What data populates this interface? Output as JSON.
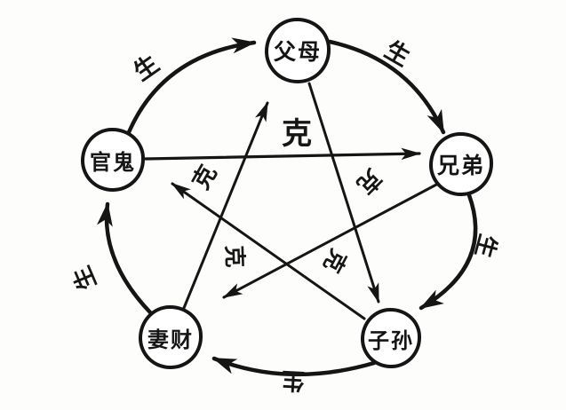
{
  "diagram": {
    "kind": "six-relatives-cycle",
    "nodes": [
      {
        "id": "parents",
        "label": "父母"
      },
      {
        "id": "brothers",
        "label": "兄弟"
      },
      {
        "id": "children",
        "label": "子孙"
      },
      {
        "id": "wife-wealth",
        "label": "妻财"
      },
      {
        "id": "officials",
        "label": "官鬼"
      }
    ],
    "edges": {
      "generate": [
        {
          "from": "官鬼",
          "to": "父母",
          "label": "生"
        },
        {
          "from": "父母",
          "to": "兄弟",
          "label": "生"
        },
        {
          "from": "兄弟",
          "to": "子孙",
          "label": "生"
        },
        {
          "from": "子孙",
          "to": "妻财",
          "label": "生"
        },
        {
          "from": "妻财",
          "to": "官鬼",
          "label": "生"
        }
      ],
      "overcome": [
        {
          "from": "官鬼",
          "to": "兄弟",
          "label": "克"
        },
        {
          "from": "兄弟",
          "to": "妻财",
          "label": "克"
        },
        {
          "from": "妻财",
          "to": "父母",
          "label": "克"
        },
        {
          "from": "父母",
          "to": "子孙",
          "label": "克"
        },
        {
          "from": "子孙",
          "to": "官鬼",
          "label": "克"
        }
      ]
    },
    "colors": {
      "ink": "#151515",
      "background": "#ffffff"
    }
  }
}
